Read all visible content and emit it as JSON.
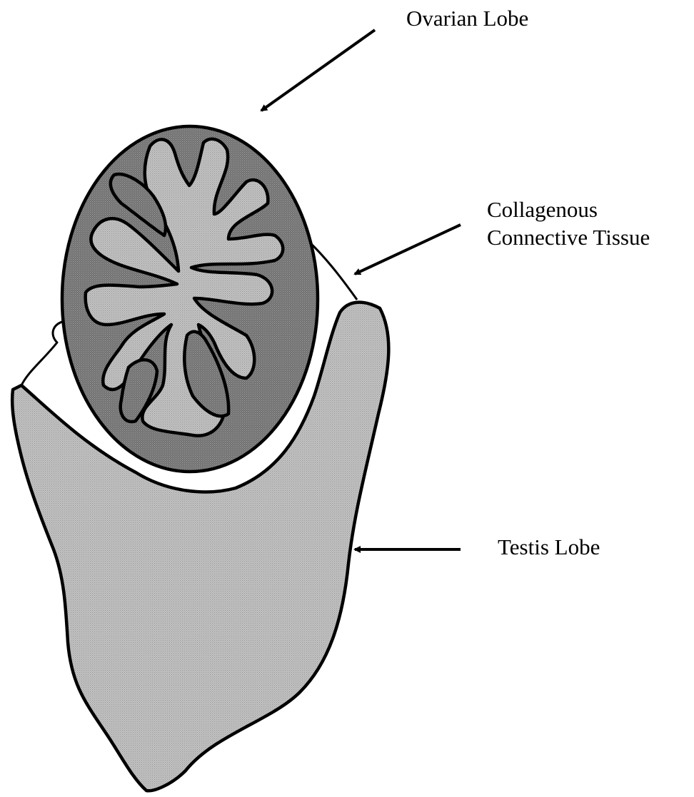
{
  "labels": {
    "ovarian_lobe": "Ovarian Lobe",
    "connective_line1": "Collagenous",
    "connective_line2": "Connective Tissue",
    "testis_lobe": "Testis Lobe"
  },
  "colors": {
    "ovary_outer": "#7a7a7a",
    "ovary_inner": "#b9b9b9",
    "testis": "#c6c6c6",
    "outline": "#000000",
    "background": "#ffffff"
  }
}
